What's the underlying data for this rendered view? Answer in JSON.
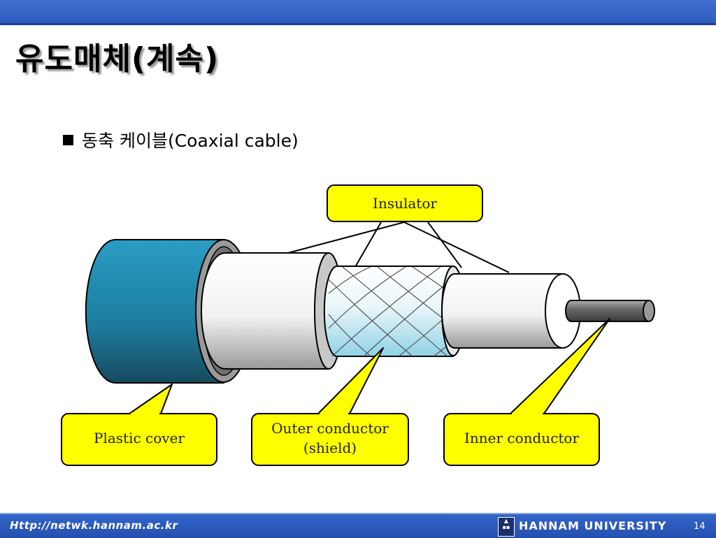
{
  "slide": {
    "title": "유도매체(계속)",
    "bullet": "동축 케이블(Coaxial cable)"
  },
  "diagram": {
    "labels": {
      "insulator": "Insulator",
      "plastic_cover": "Plastic cover",
      "outer_conductor_line1": "Outer conductor",
      "outer_conductor_line2": "(shield)",
      "inner_conductor": "Inner conductor"
    },
    "colors": {
      "callout_fill": "#ffff00",
      "plastic_cover": "#1e8ab0",
      "shield_tint": "#bfe6f2"
    }
  },
  "footer": {
    "url": "Http://netwk.hannam.ac.kr",
    "university": "HANNAM UNIVERSITY",
    "page_number": "14"
  }
}
